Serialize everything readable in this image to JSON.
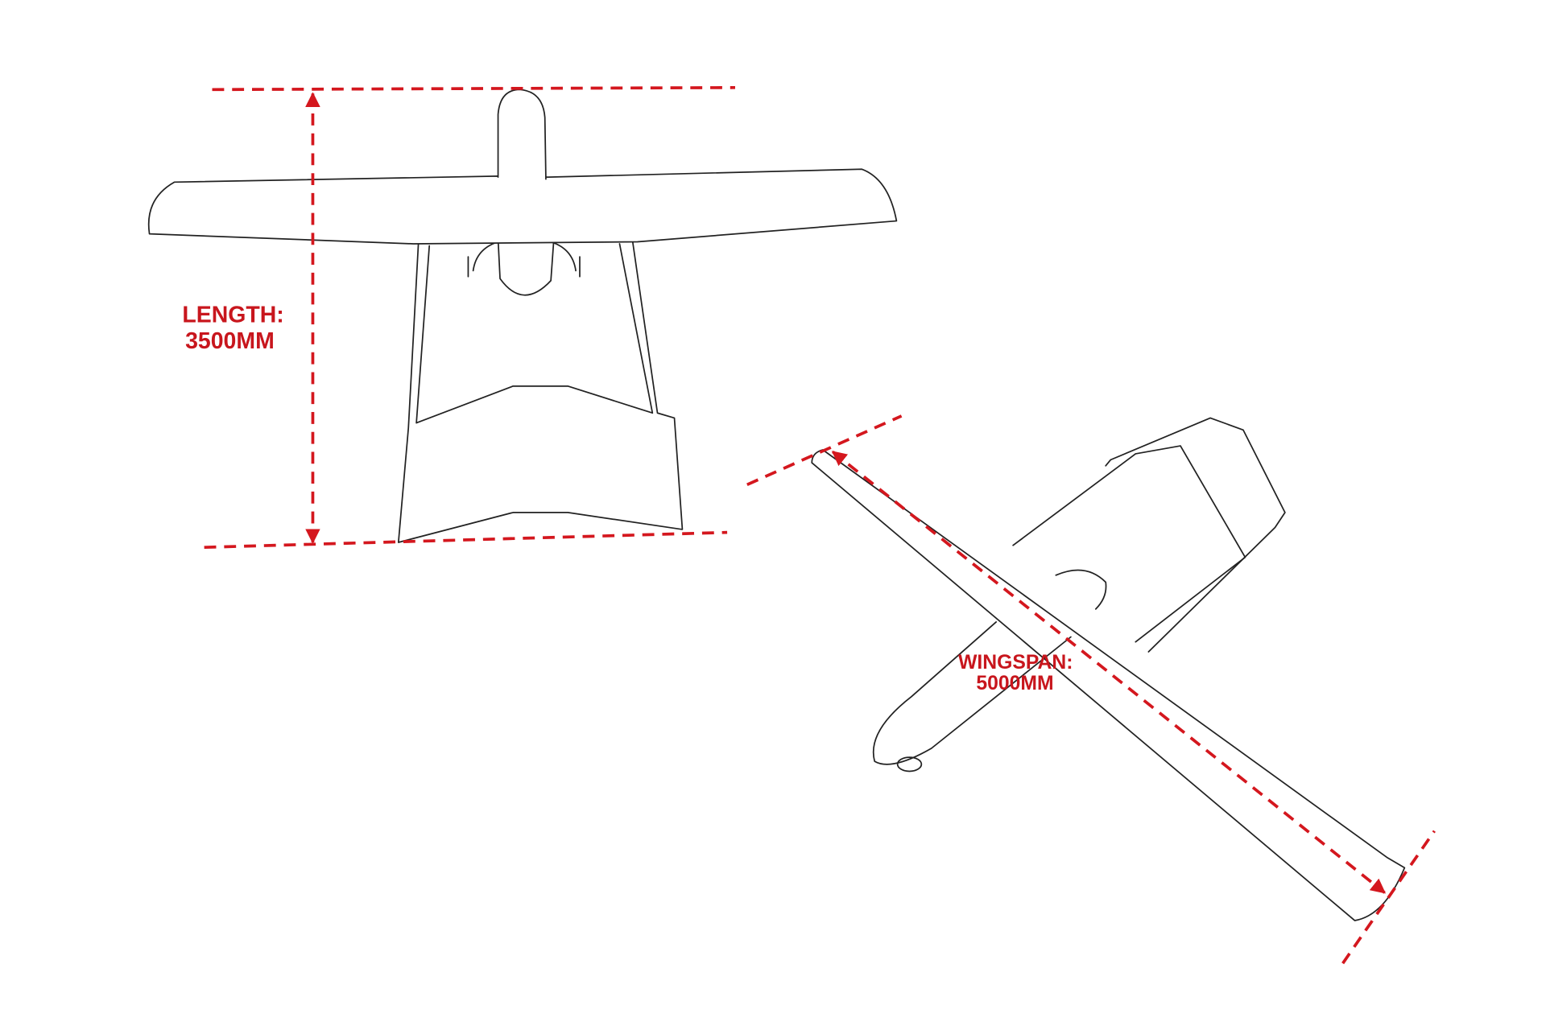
{
  "colors": {
    "dimension": "#d4171e",
    "label": "#c8161d",
    "outline": "#222222"
  },
  "labels": {
    "length_title": "LENGTH:",
    "length_value": "3500MM",
    "wingspan_title": "WINGSPAN:",
    "wingspan_value": "5000MM"
  }
}
